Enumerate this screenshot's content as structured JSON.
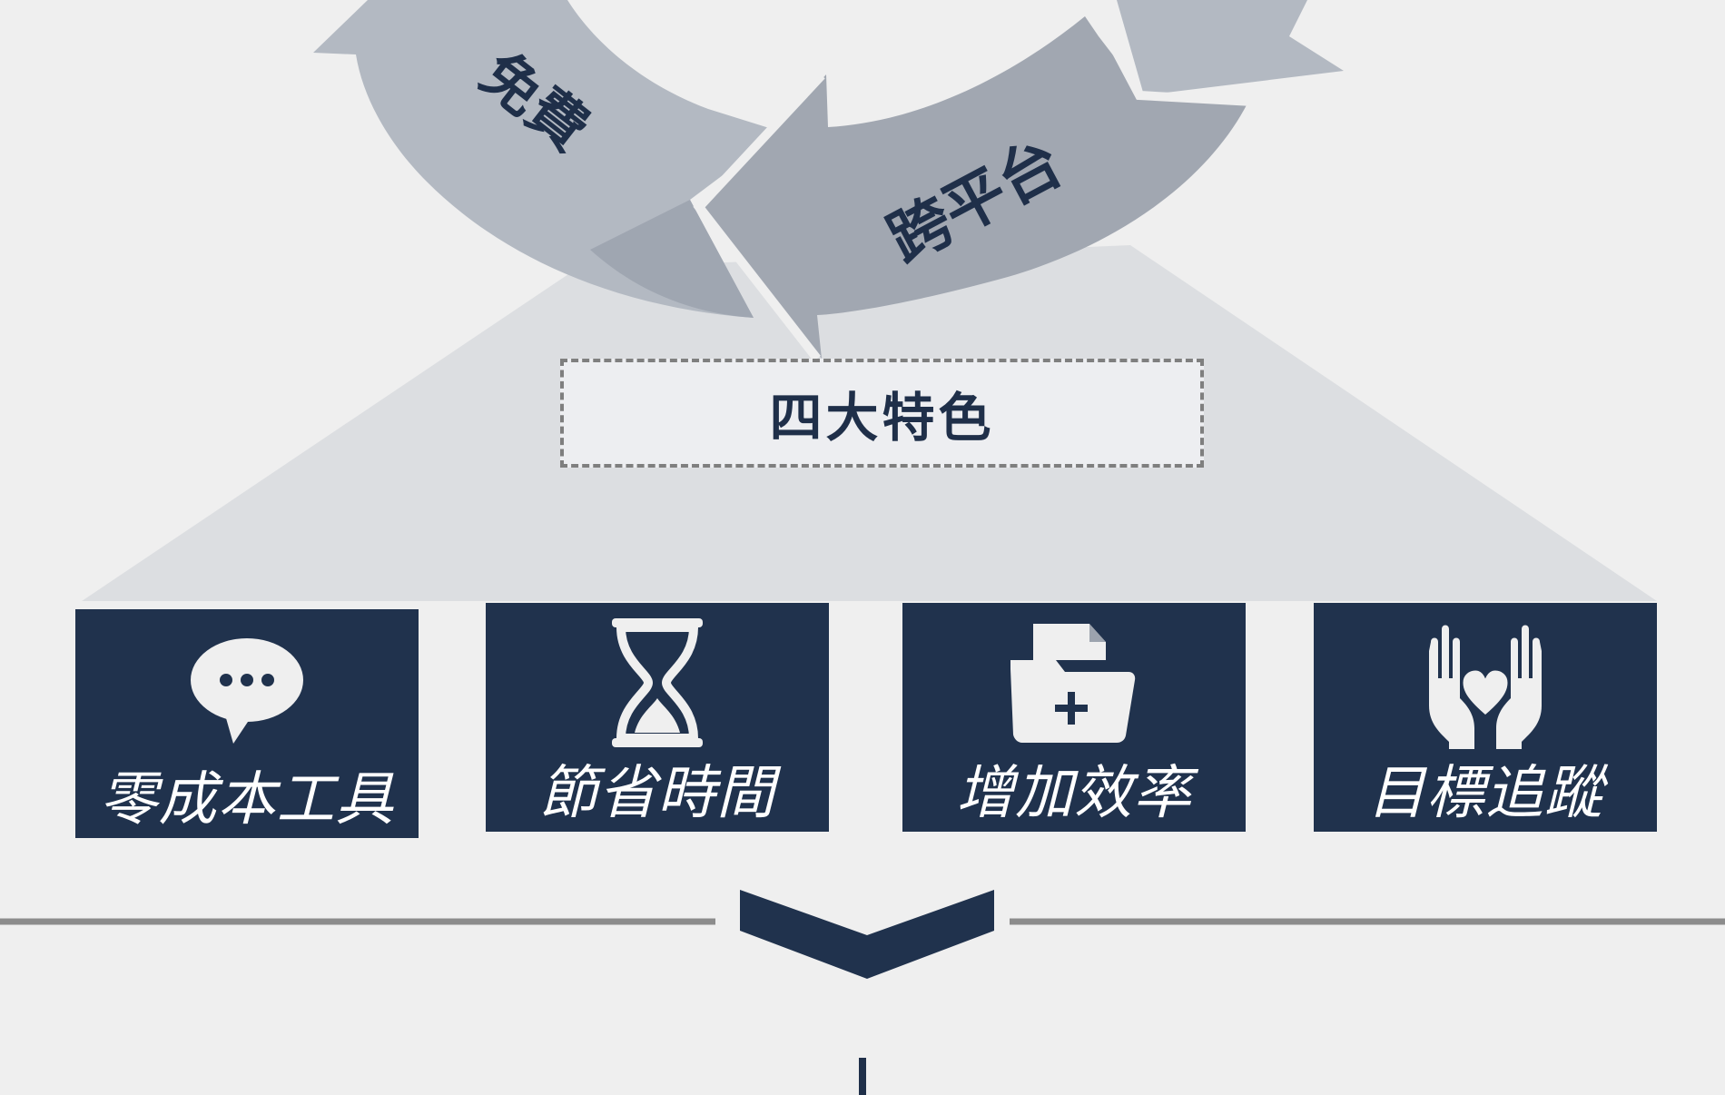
{
  "cycle": {
    "labels": [
      "免費",
      "跨平台"
    ]
  },
  "center_label": "四大特色",
  "features": [
    {
      "title": "零成本工具",
      "icon": "chat-bubble-icon"
    },
    {
      "title": "節省時間",
      "icon": "hourglass-icon"
    },
    {
      "title": "增加效率",
      "icon": "folder-add-icon"
    },
    {
      "title": "目標追蹤",
      "icon": "hands-heart-icon"
    }
  ],
  "colors": {
    "background": "#efefef",
    "arrow_light": "#b4bac3",
    "arrow_mid": "#a1a7b1",
    "triangle": "#dcdee1",
    "navy": "#20324d"
  }
}
